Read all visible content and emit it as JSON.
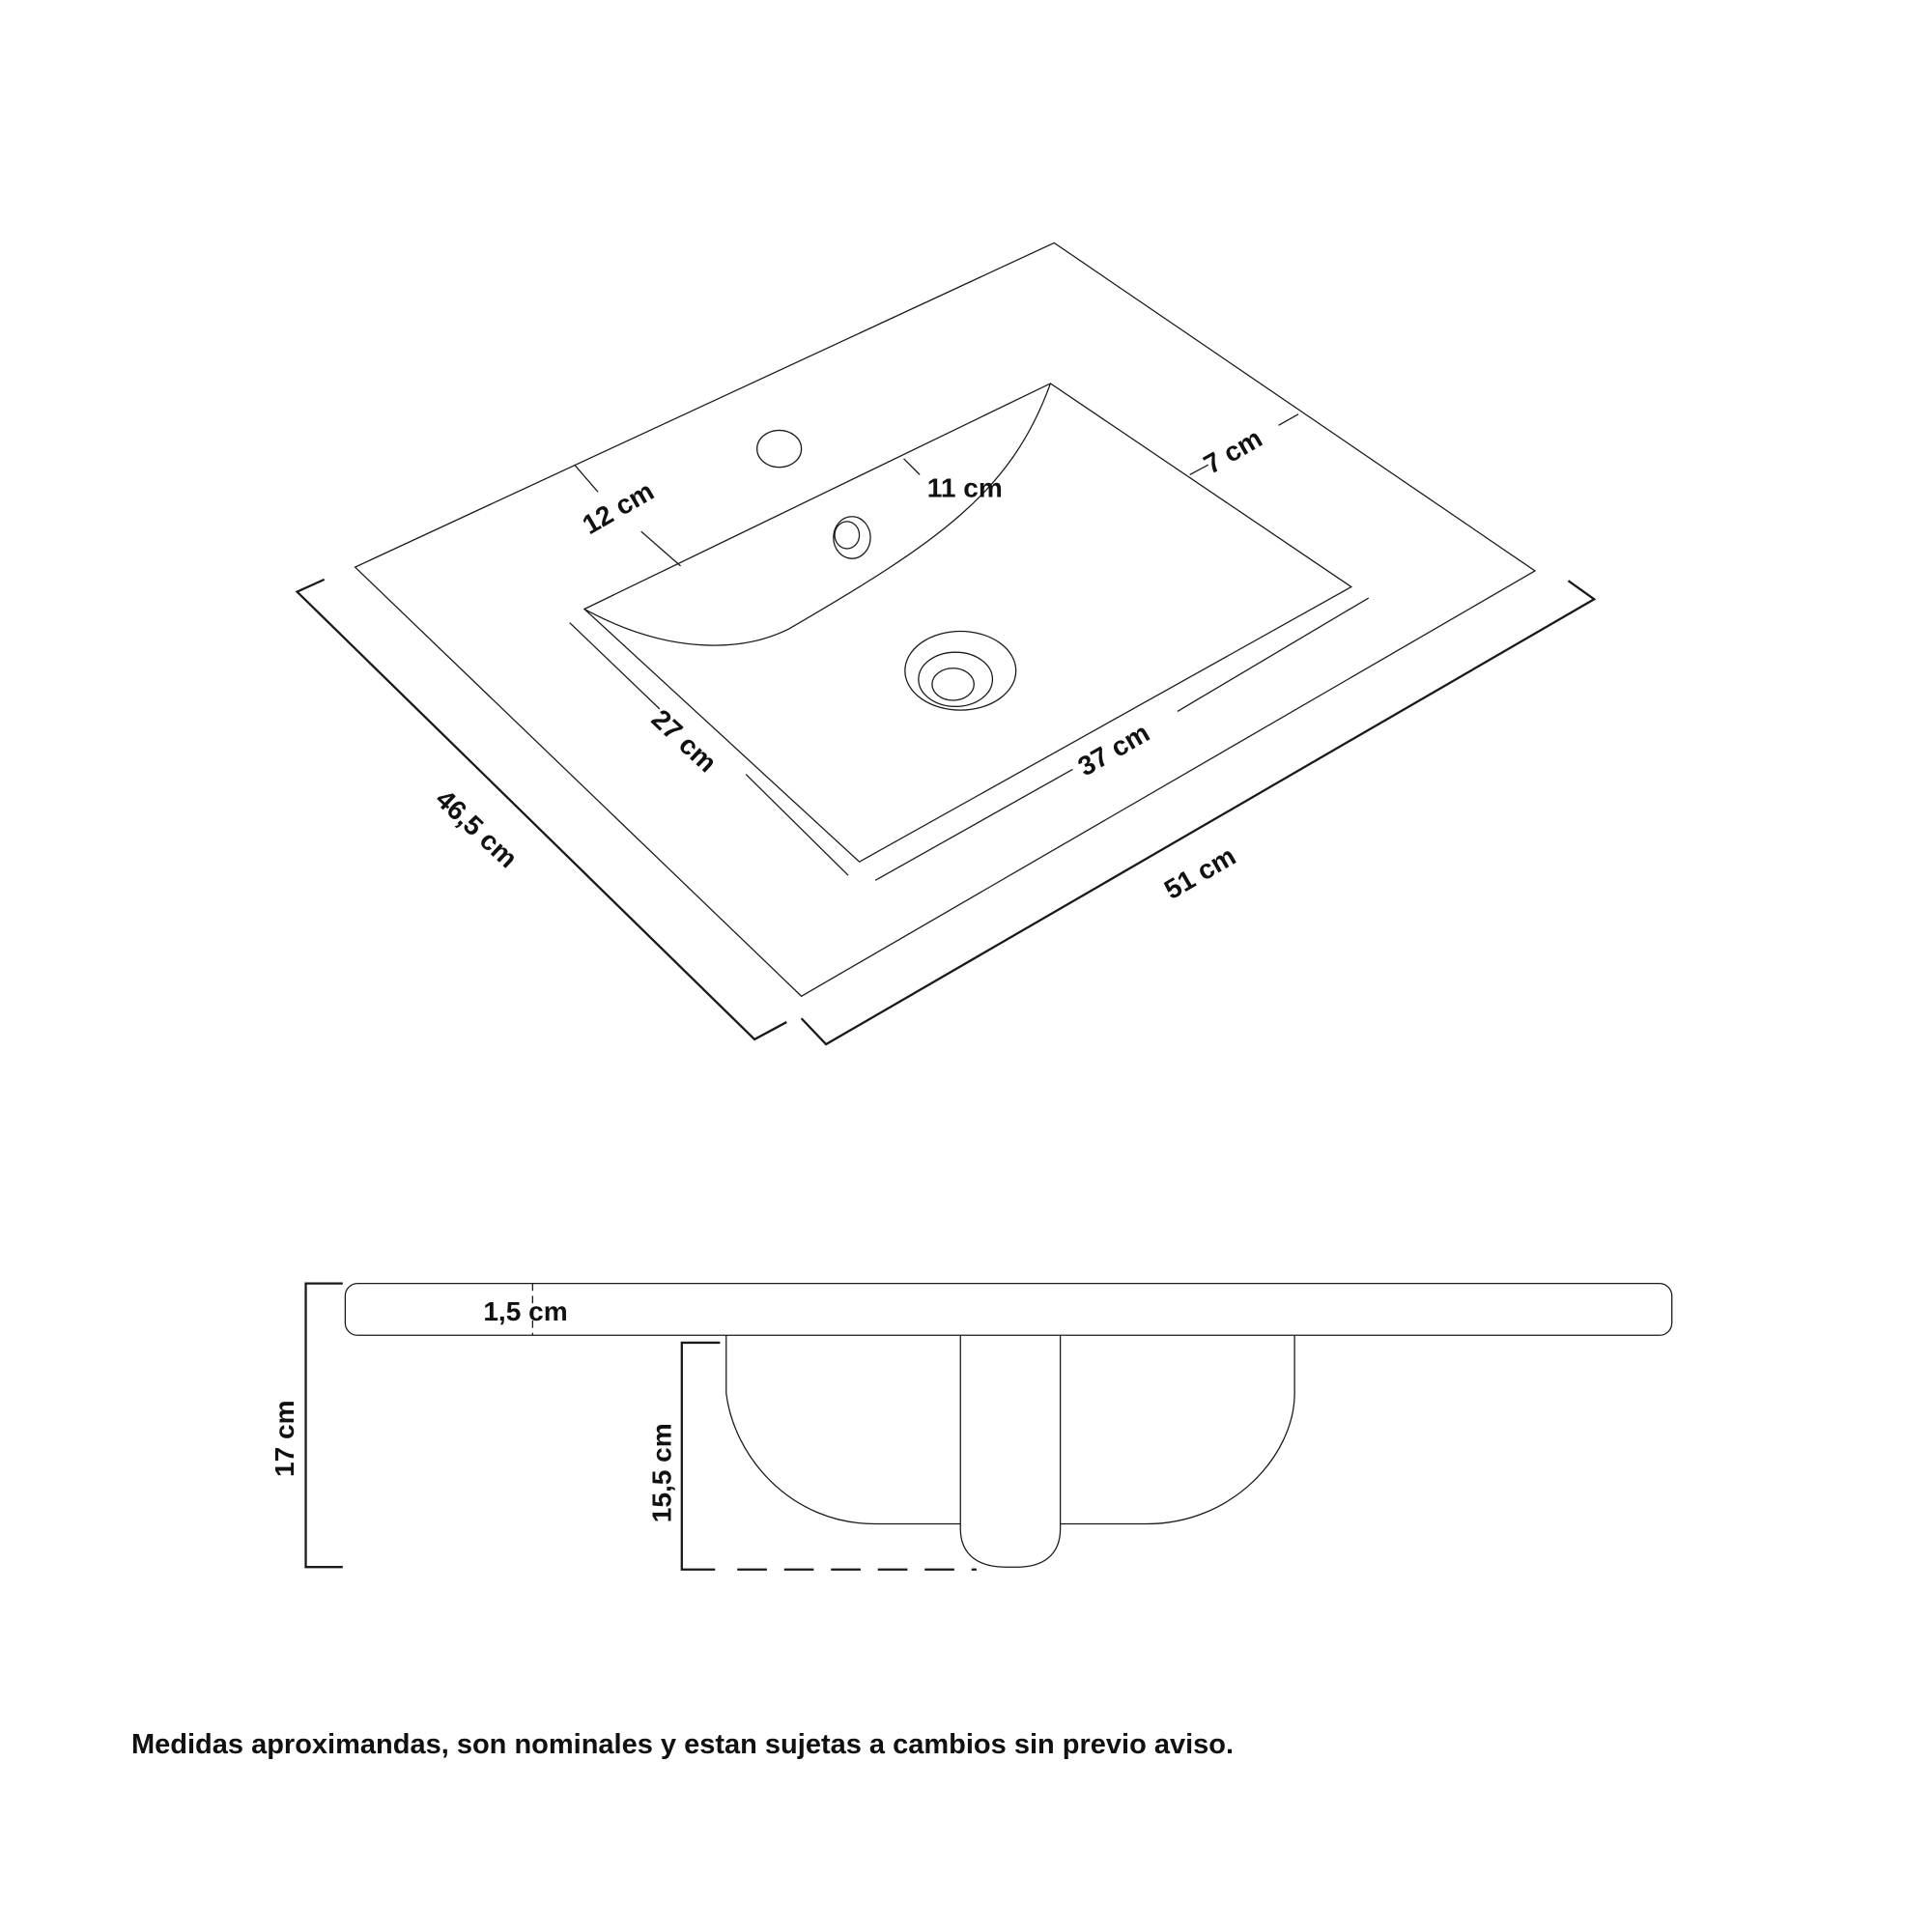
{
  "diagram": {
    "title": "Sink technical drawing",
    "top_view": {
      "labels": {
        "width_total": "51 cm",
        "depth_total": "46,5 cm",
        "bowl_width": "37 cm",
        "bowl_depth": "27 cm",
        "back_margin": "12 cm",
        "bowl_curve_depth": "11 cm",
        "side_margin": "7 cm"
      }
    },
    "side_view": {
      "labels": {
        "total_height": "17 cm",
        "bowl_height": "15,5 cm",
        "slab_thickness": "1,5 cm"
      }
    },
    "footer_note": "Medidas aproximandas, son nominales y estan sujetas a cambios sin previo aviso."
  }
}
